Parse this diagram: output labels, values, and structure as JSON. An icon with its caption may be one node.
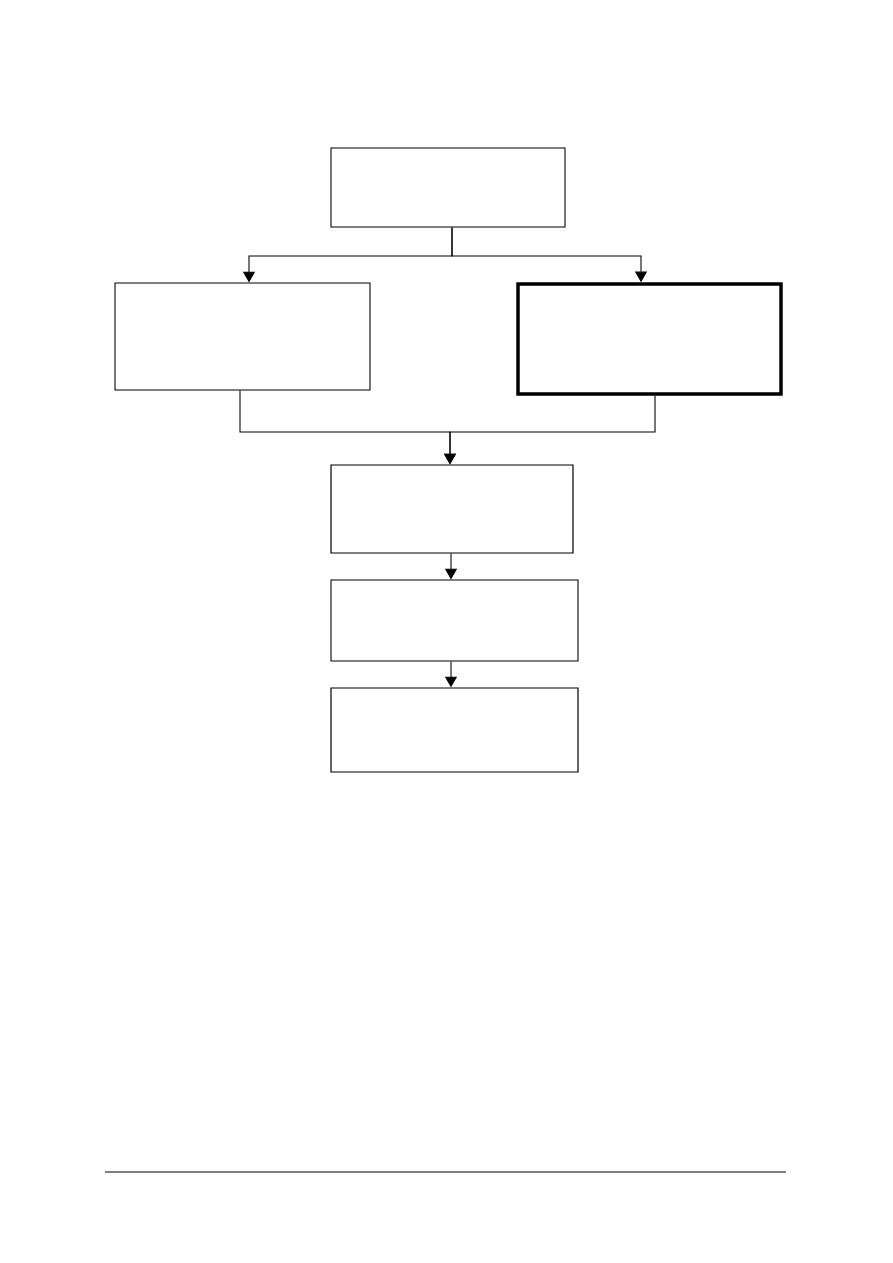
{
  "diagram": {
    "nodes": [
      {
        "text": [],
        "shape": "box"
      },
      {
        "text": [],
        "shape": "box"
      },
      {
        "text": [],
        "shape": "box"
      },
      {
        "text": [],
        "shape": "box"
      },
      {
        "text": [],
        "shape": "box"
      },
      {
        "text": [],
        "shape": "box"
      }
    ],
    "edges": [
      {
        "from": 0,
        "to": 1,
        "arrow": "to"
      },
      {
        "from": 0,
        "to": 2,
        "arrow": "to"
      },
      {
        "from": 1,
        "to": 3,
        "arrow": "to"
      },
      {
        "from": 2,
        "to": 3,
        "arrow": "to"
      },
      {
        "from": 3,
        "to": 4,
        "arrow": "to"
      },
      {
        "from": 4,
        "to": 5,
        "arrow": "to"
      }
    ]
  }
}
